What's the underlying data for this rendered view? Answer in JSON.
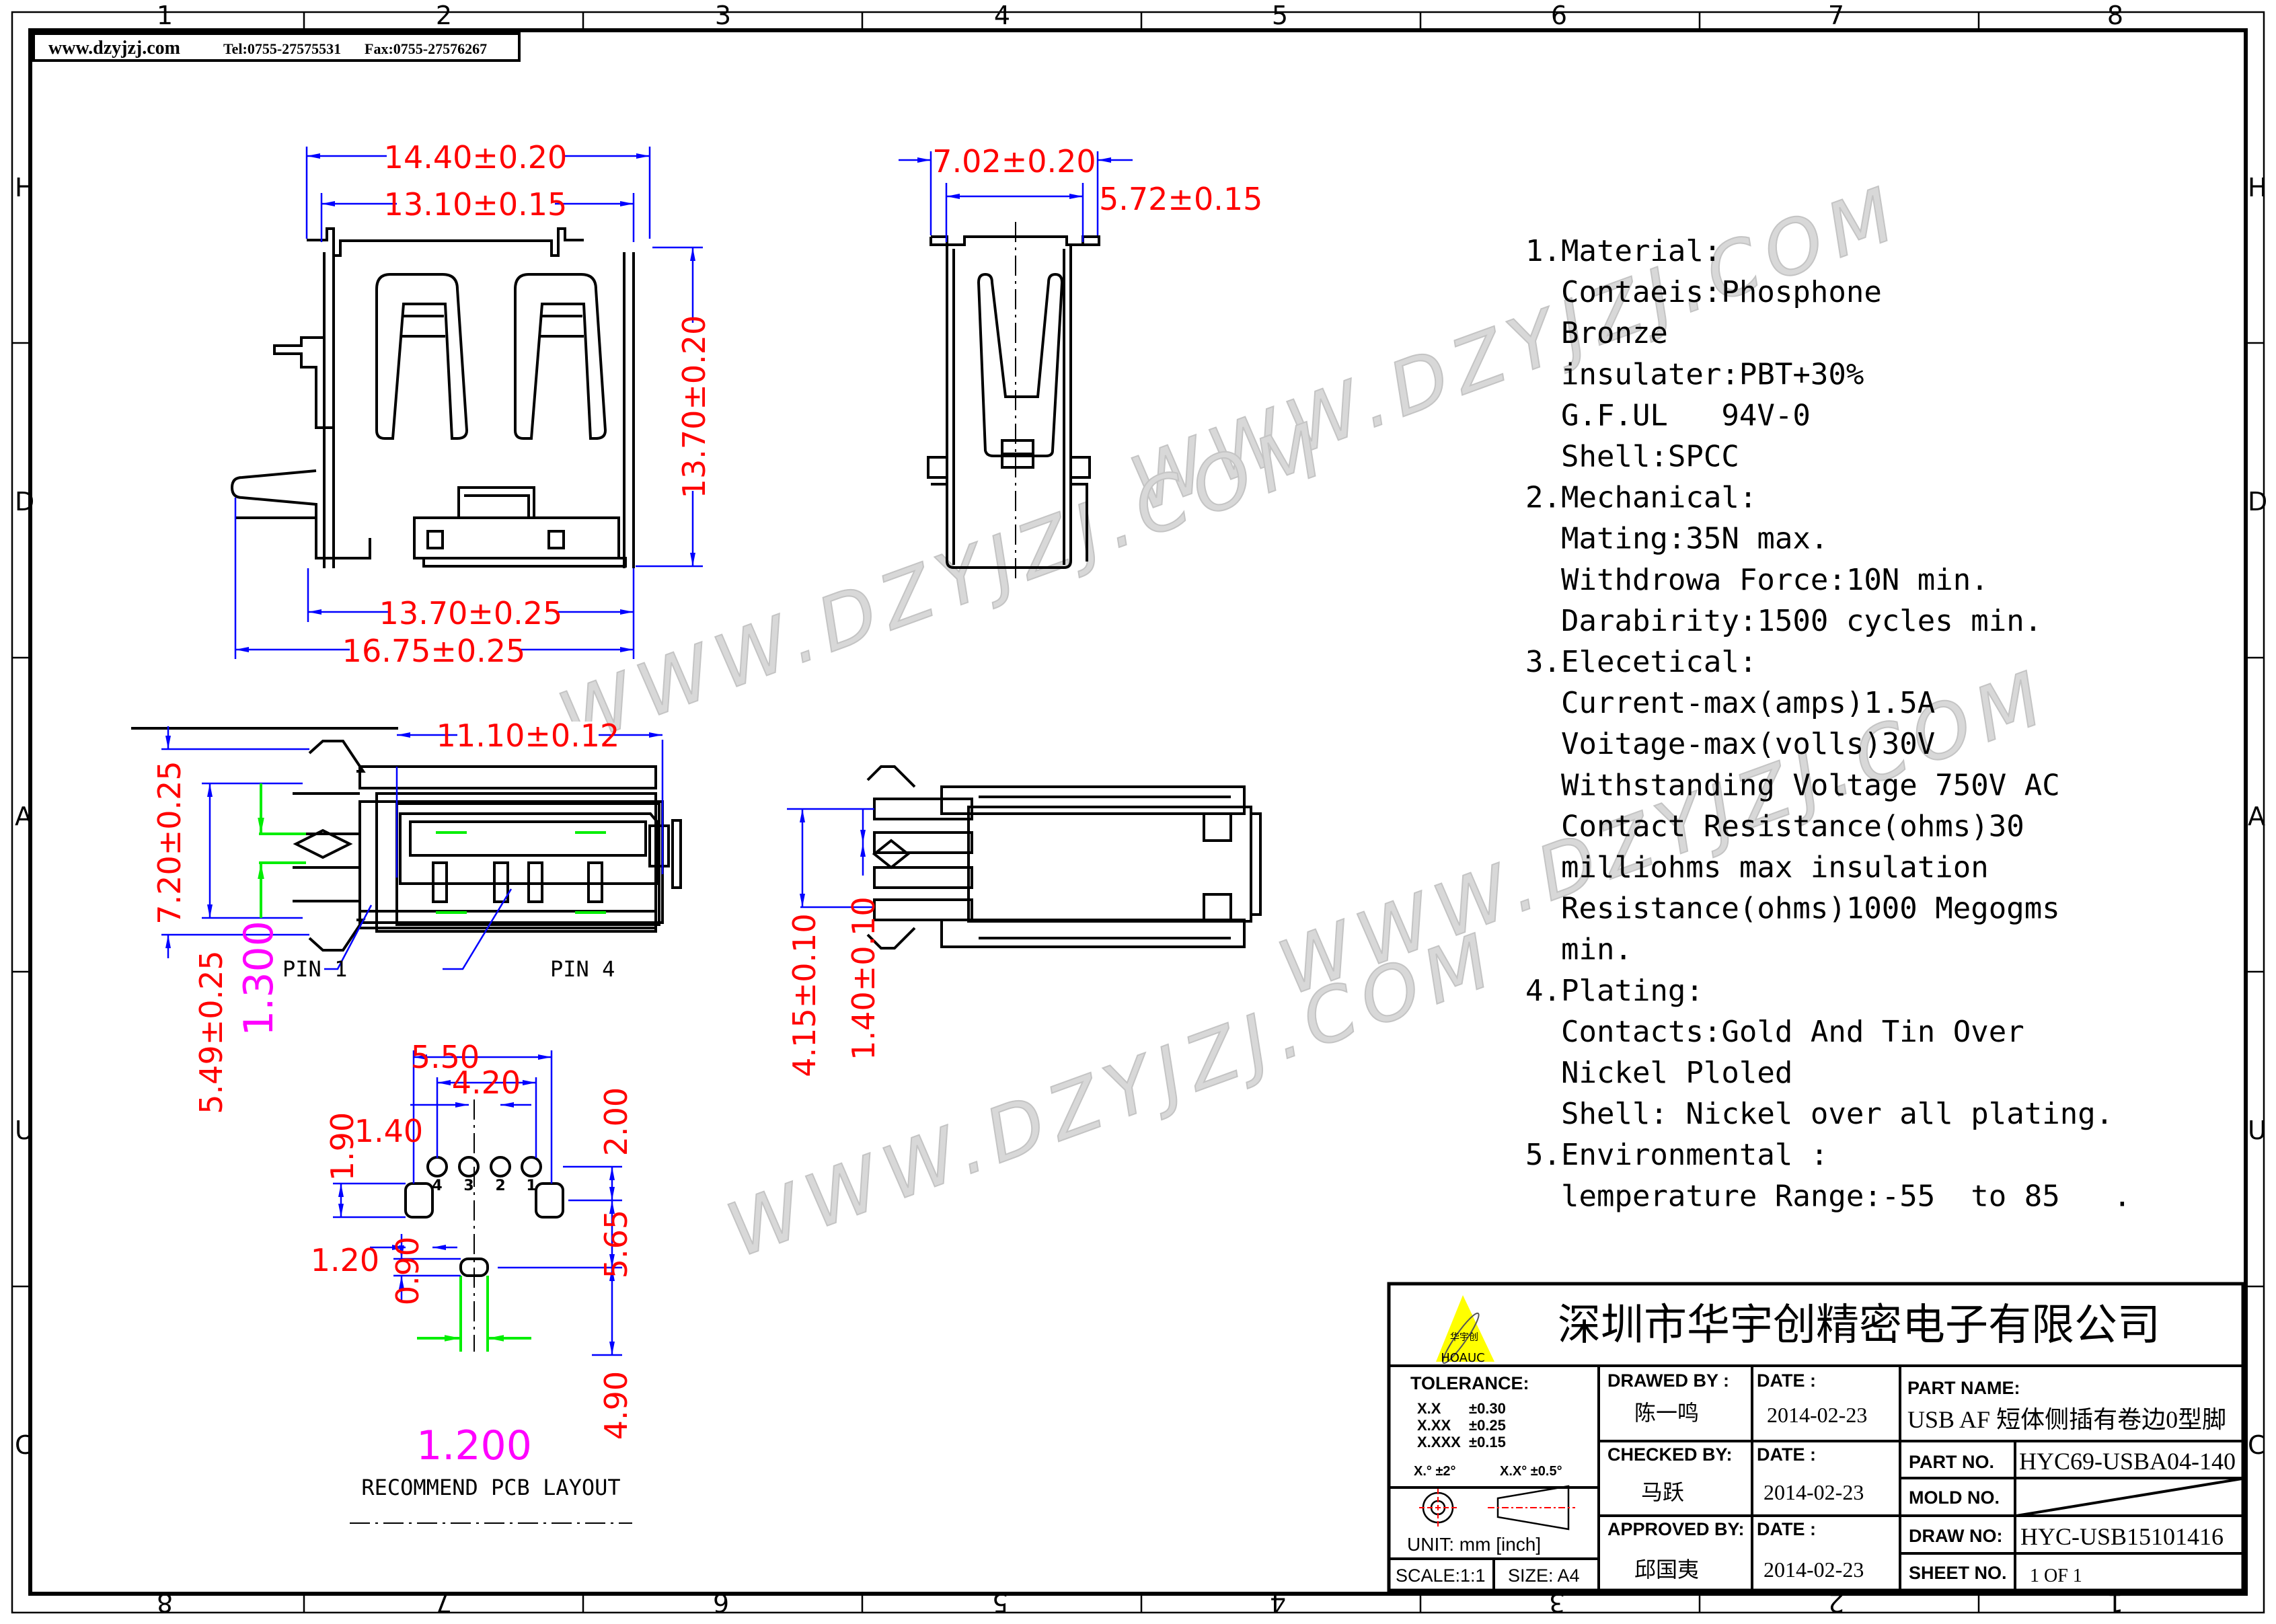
{
  "header": {
    "website": "www.dzyjzj.com",
    "tel": "Tel:0755-27575531",
    "fax": "Fax:0755-27576267"
  },
  "grid": {
    "cols": [
      "1",
      "2",
      "3",
      "4",
      "5",
      "6",
      "7",
      "8"
    ],
    "rows": [
      "H",
      "D",
      "A",
      "U",
      "C"
    ]
  },
  "watermark": "WWW.DZYJZJ.COM",
  "top_view": {
    "dim_overall_width": "14.40±0.20",
    "dim_inner_width": "13.10±0.15",
    "dim_height": "13.70±0.20",
    "dim_bottom_width": "13.70±0.25",
    "dim_total_length": "16.75±0.25"
  },
  "side_view": {
    "dim_overall": "7.02±0.20",
    "dim_inner": "5.72±0.15"
  },
  "front_view": {
    "dim_width": "11.10±0.12",
    "dim_height": "7.20±0.25",
    "dim_leg": "5.49±0.25",
    "dim_ref": "1.300",
    "pin1": "PIN 1",
    "pin4": "PIN 4"
  },
  "profile_view": {
    "dim_outer_pitch": "4.15±0.10",
    "dim_pitch": "1.40±0.10"
  },
  "pcb_layout": {
    "title": "RECOMMEND PCB LAYOUT",
    "dim_550": "5.50",
    "dim_420": "4.20",
    "dim_140": "1.40",
    "dim_190": "1.90",
    "dim_120": "1.20",
    "dim_090": "0.90",
    "dim_200": "2.00",
    "dim_565": "5.65",
    "dim_490": "4.90",
    "dim_ref": "1.200",
    "pin_numbers": [
      "4",
      "3",
      "2",
      "1"
    ]
  },
  "notes": [
    "1.Material:",
    "  Contaeis:Phosphone",
    "  Bronze",
    "  insulater:PBT+30%",
    "  G.F.UL   94V-0",
    "  Shell:SPCC",
    "2.Mechanical:",
    "  Mating:35N max.",
    "  Withdrowa Force:10N min.",
    "  Darabirity:1500 cycles min.",
    "3.Elecetical:",
    "  Current-max(amps)1.5A",
    "  Voitage-max(volls)30V",
    "  Withstanding Voltage 750V AC",
    "  Contact Resistance(ohms)30",
    "  milliohms max insulation",
    "  Resistance(ohms)1000 Megogms",
    "  min.",
    "4.Plating:",
    "  Contacts:Gold And Tin Over",
    "  Nickel Ploled",
    "  Shell: Nickel over all plating.",
    "5.Environmental :",
    "  lemperature Range:-55  to 85   ."
  ],
  "title_block": {
    "company": "深圳市华宇创精密电子有限公司",
    "logo_cn": "华宇创",
    "logo_brand": "HOAUC",
    "tolerance_label": "TOLERANCE:",
    "tolerances": [
      {
        "k": "X.X",
        "v": "±0.30"
      },
      {
        "k": "X.XX",
        "v": "±0.25"
      },
      {
        "k": "X.XXX",
        "v": "±0.15"
      }
    ],
    "angle_tol_1": "X.° ±2°",
    "angle_tol_2": "X.X° ±0.5°",
    "unit": "UNIT:  mm  [inch]",
    "scale": "SCALE:1:1",
    "size": "SIZE:  A4",
    "drawed_by_label": "DRAWED  BY :",
    "drawed_by": "陈一鸣",
    "checked_by_label": "CHECKED  BY:",
    "checked_by": "马跃",
    "approved_by_label": "APPROVED  BY:",
    "approved_by": "邱国夷",
    "date_label": "DATE  :",
    "date_drawn": "2014-02-23",
    "date_checked": "2014-02-23",
    "date_approved": "2014-02-23",
    "part_name_label": "PART  NAME:",
    "part_name": "USB AF 短体侧插有卷边0型脚",
    "part_no_label": "PART  NO.",
    "part_no": "HYC69-USBA04-140",
    "mold_no_label": "MOLD  NO.",
    "draw_no_label": "DRAW  NO:",
    "draw_no": "HYC-USB15101416",
    "sheet_no_label": "SHEET  NO.",
    "sheet_no": "1 OF 1"
  }
}
